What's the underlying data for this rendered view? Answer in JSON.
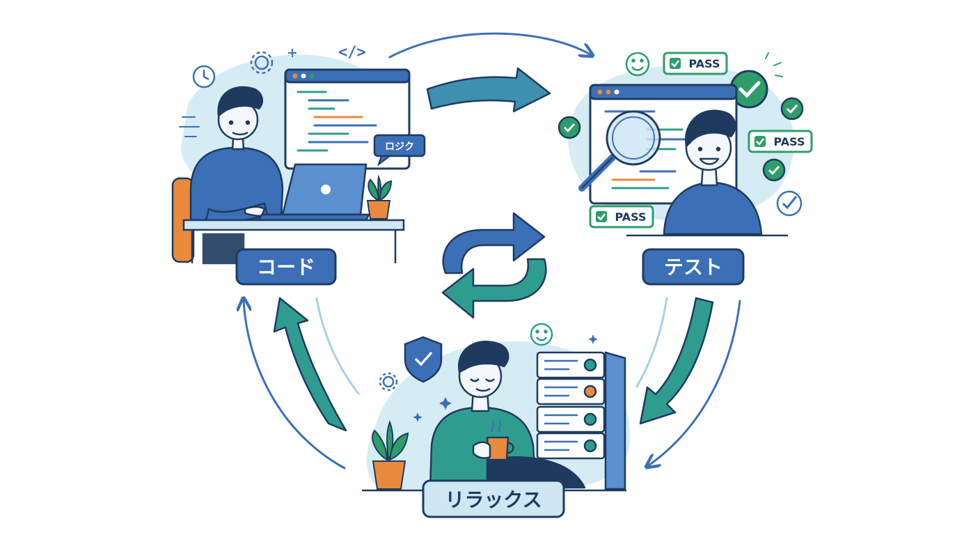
{
  "stages": {
    "code": {
      "label": "コード",
      "callout": "ロジク",
      "code_symbol": "</>"
    },
    "test": {
      "label": "テスト",
      "pass_badges": [
        "PASS",
        "PASS",
        "PASS"
      ]
    },
    "relax": {
      "label": "リラックス"
    }
  },
  "colors": {
    "primary_blue": "#3b6fb6",
    "dark_outline": "#1e3a5f",
    "teal": "#2f9c8f",
    "green": "#2e9d6a",
    "light_blue_blob": "#d6ecf5",
    "orange": "#e98a3c",
    "pill_fill": "#3b6fb6",
    "relax_pill_fill": "#cfe6f3"
  }
}
